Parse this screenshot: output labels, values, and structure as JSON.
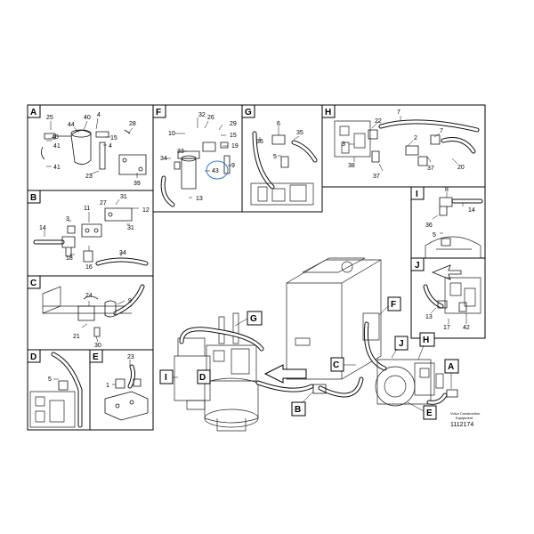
{
  "panels": {
    "A": {
      "letter": "A",
      "parts": [
        "25",
        "44",
        "40",
        "4",
        "40",
        "15",
        "28",
        "4",
        "41",
        "41",
        "23",
        "39"
      ]
    },
    "F": {
      "letter": "F",
      "parts": [
        "32",
        "26",
        "29",
        "10",
        "15",
        "19",
        "33",
        "34",
        "9",
        "43",
        "13"
      ]
    },
    "G": {
      "letter": "G",
      "parts": [
        "6",
        "36",
        "35",
        "5"
      ]
    },
    "H": {
      "letter": "H",
      "parts": [
        "22",
        "7",
        "2",
        "7",
        "3",
        "38",
        "37",
        "37",
        "20"
      ]
    },
    "B": {
      "letter": "B",
      "parts": [
        "27",
        "31",
        "11",
        "12",
        "3",
        "14",
        "31",
        "18",
        "16",
        "34"
      ]
    },
    "I": {
      "letter": "I",
      "parts": [
        "8",
        "36",
        "14",
        "5"
      ]
    },
    "C": {
      "letter": "C",
      "parts": [
        "24",
        "9",
        "21",
        "30"
      ]
    },
    "J": {
      "letter": "J",
      "parts": [
        "13",
        "17",
        "42"
      ]
    },
    "D": {
      "letter": "D",
      "parts": [
        "5"
      ]
    },
    "E": {
      "letter": "E",
      "parts": [
        "23",
        "1"
      ]
    }
  },
  "callouts": {
    "G": "G",
    "I": "I",
    "D": "D",
    "C": "C",
    "F": "F",
    "J": "J",
    "H": "H",
    "A": "A",
    "B": "B",
    "E": "E"
  },
  "footer": {
    "brand_line1": "Volvo Construction",
    "brand_line2": "Equipment",
    "drawing_number": "1112174"
  }
}
